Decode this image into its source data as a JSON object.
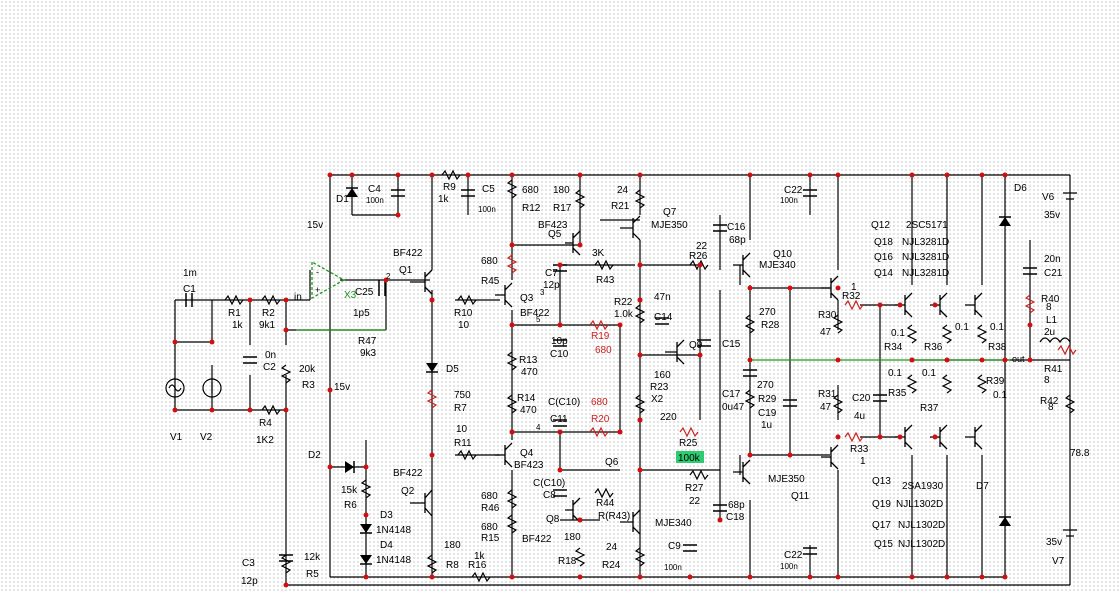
{
  "canvas": {
    "background": "#ffffff",
    "grid": "dotted",
    "wire_color": "#000000",
    "node_color": "#d01010",
    "highlight_color": "#2ecc71",
    "red_label_color": "#cc2222",
    "net_color": "#1a9a1a"
  },
  "labels": {
    "l_15v_top": "15v",
    "l_x3": "X3",
    "l_c25": "C25",
    "l_c25v": "1p5",
    "l_r47": "R47",
    "l_r47v": "9k3",
    "l_c1": "C1",
    "l_c1v": "1m",
    "l_r1": "R1",
    "l_r1v": "1k",
    "l_r2": "R2",
    "l_r2v": "9k1",
    "l_c2": "C2",
    "l_c2v": "0n",
    "l_r3": "R3",
    "l_r3v": "20k",
    "l_15v_mid": "15v",
    "l_r4": "R4",
    "l_r4v": "1K2",
    "l_v1": "V1",
    "l_v2": "V2",
    "l_in": "in",
    "l_n2": "2",
    "l_n3": "3",
    "l_d1": "D1",
    "l_c4": "C4",
    "l_c4v": "100n",
    "l_r9": "R9",
    "l_r9v": "1k",
    "l_c5": "C5",
    "l_c5v": "100n",
    "l_bf422a": "BF422",
    "l_q1": "Q1",
    "l_r10": "R10",
    "l_r10v": "10",
    "l_d5": "D5",
    "l_r7v": "750",
    "l_r7": "R7",
    "l_r11v": "10",
    "l_r11": "R11",
    "l_d2": "D2",
    "l_bf422b": "BF422",
    "l_q2": "Q2",
    "l_r6v": "15k",
    "l_r6": "R6",
    "l_d3": "D3",
    "l_d3v": "1N4148",
    "l_d4": "D4",
    "l_d4v": "1N4148",
    "l_r8v": "180",
    "l_r8": "R8",
    "l_r16v": "1k",
    "l_r16": "R16",
    "l_c3": "C3",
    "l_c3v": "12p",
    "l_r5v": "12k",
    "l_r5": "R5",
    "l_r12v": "680",
    "l_r12": "R12",
    "l_r17v": "180",
    "l_r17": "R17",
    "l_bf423a": "BF423",
    "l_q5": "Q5",
    "l_r45v": "680",
    "l_r45": "R45",
    "l_q3": "Q3",
    "l_bf422c": "BF422",
    "l_c7": "C7",
    "l_c7v": "12p",
    "l_r43v": "3K",
    "l_r43": "R43",
    "l_r13": "R13",
    "l_r13v": "470",
    "l_r14": "R14",
    "l_r14v": "470",
    "l_c10v": "10p",
    "l_c10": "C10",
    "l_cc10": "C(C10)",
    "l_c11": "C11",
    "l_r19": "R19",
    "l_r19v": "680",
    "l_r20v": "680",
    "l_r20": "R20",
    "l_n5": "5",
    "l_n4": "4",
    "l_q4": "Q4",
    "l_bf423b": "BF423",
    "l_r46v": "680",
    "l_r46": "R46",
    "l_r15v": "680",
    "l_r15": "R15",
    "l_cc10b": "C(C10)",
    "l_c8": "C8",
    "l_q8": "Q8",
    "l_bf422d": "BF422",
    "l_r44": "R44",
    "l_rr43": "R(R43)",
    "l_r18v": "180",
    "l_r18": "R18",
    "l_q6": "Q6",
    "l_r21v": "24",
    "l_r21": "R21",
    "l_q7": "Q7",
    "l_mje350a": "MJE350",
    "l_c16": "C16",
    "l_c16v": "68p",
    "l_r22": "R22",
    "l_r22v": "1.0k",
    "l_c14": "C14",
    "l_c14v": "47n",
    "l_q9": "Q9",
    "l_r26v": "22",
    "l_r26": "R26",
    "l_c15": "C15",
    "l_r23v": "160",
    "l_r23": "R23",
    "l_x2": "X2",
    "l_r24v": "24",
    "l_r24": "R24",
    "l_mje340b": "MJE340",
    "l_c9": "C9",
    "l_c9v": "100n",
    "l_c18v": "68p",
    "l_c18": "C18",
    "l_r25v": "220",
    "l_r25": "R25",
    "l_r25hl": "100k",
    "l_r27": "R27",
    "l_r27v": "22",
    "l_c22a": "C22",
    "l_c22av": "100n",
    "l_q10": "Q10",
    "l_mje340a": "MJE340",
    "l_r28v": "270",
    "l_r28": "R28",
    "l_c17": "C17",
    "l_c17v": "0u47",
    "l_r29v": "270",
    "l_r29": "R29",
    "l_c19": "C19",
    "l_c19v": "1u",
    "l_mje350b": "MJE350",
    "l_q11": "Q11",
    "l_c22b": "C22",
    "l_c22bv": "100n",
    "l_r32v": "1",
    "l_r32": "R32",
    "l_r30": "R30",
    "l_r30v": "47",
    "l_r31": "R31",
    "l_r31v": "47",
    "l_c20": "C20",
    "l_c20v": "4u",
    "l_r33": "R33",
    "l_r33v": "1",
    "l_q12": "Q12",
    "l_q12v": "2SC5171",
    "l_q18": "Q18",
    "l_q18v": "NJL3281D",
    "l_q16": "Q16",
    "l_q16v": "NJL3281D",
    "l_q14": "Q14",
    "l_q14v": "NJL3281D",
    "l_r34v": "0.1",
    "l_r34": "R34",
    "l_r36v": "0.1",
    "l_r36": "R36",
    "l_r38v": "0.1",
    "l_r38": "R38",
    "l_r35v": "0.1",
    "l_r35": "R35",
    "l_r37v": "0.1",
    "l_r37": "R37",
    "l_r39": "R39",
    "l_r39v": "0.1",
    "l_q13": "Q13",
    "l_q13v": "2SA1930",
    "l_q19": "Q19",
    "l_q19v": "NJL1302D",
    "l_q17": "Q17",
    "l_q17v": "NJL1302D",
    "l_q15": "Q15",
    "l_q15v": "NJL1302D",
    "l_d6": "D6",
    "l_d7": "D7",
    "l_v6": "V6",
    "l_v6v": "35v",
    "l_v7": "V7",
    "l_v7v": "35v",
    "l_c21v": "20n",
    "l_c21": "C21",
    "l_r40": "R40",
    "l_r40v": "8",
    "l_l1": "L1",
    "l_l1v": "2u",
    "l_out": "out",
    "l_r41": "R41",
    "l_r41v": "8",
    "l_r42": "R42",
    "l_r42v": "8",
    "l_788": "78.8"
  }
}
